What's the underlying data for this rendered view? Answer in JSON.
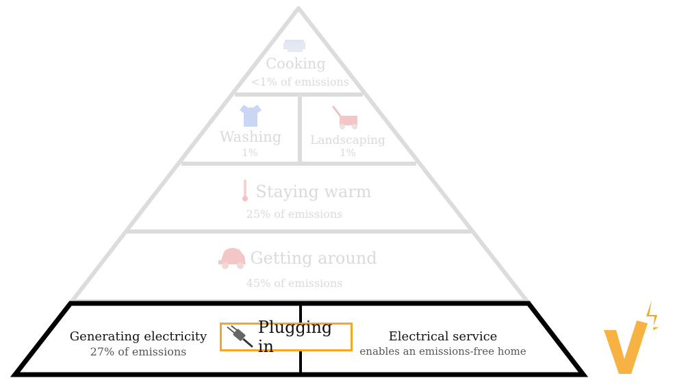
{
  "pyramid": {
    "levels": [
      {
        "id": "cooking",
        "title": "Cooking",
        "subtitle": "<1% of emissions",
        "icon": "stove-icon"
      },
      {
        "id": "washing",
        "title": "Washing",
        "subtitle": "1%",
        "icon": "shirt-icon"
      },
      {
        "id": "landscaping",
        "title": "Landscaping",
        "subtitle": "1%",
        "icon": "lawnmower-icon"
      },
      {
        "id": "staying-warm",
        "title": "Staying warm",
        "subtitle": "25% of emissions",
        "icon": "thermometer-icon"
      },
      {
        "id": "getting-around",
        "title": "Getting around",
        "subtitle": "45% of emissions",
        "icon": "car-icon"
      }
    ],
    "base": {
      "left_title": "Generating electricity",
      "left_subtitle": "27% of emissions",
      "center_label": "Plugging in",
      "center_icon": "plug-icon",
      "right_title": "Electrical service",
      "right_subtitle": "enables an emissions-free home"
    }
  },
  "logo": {
    "name": "brand-logo",
    "color": "#f5a623"
  },
  "colors": {
    "faded": "#dcdcdc",
    "faded_text": "#dadada",
    "base_outline": "#000000",
    "accent": "#f5a623"
  }
}
